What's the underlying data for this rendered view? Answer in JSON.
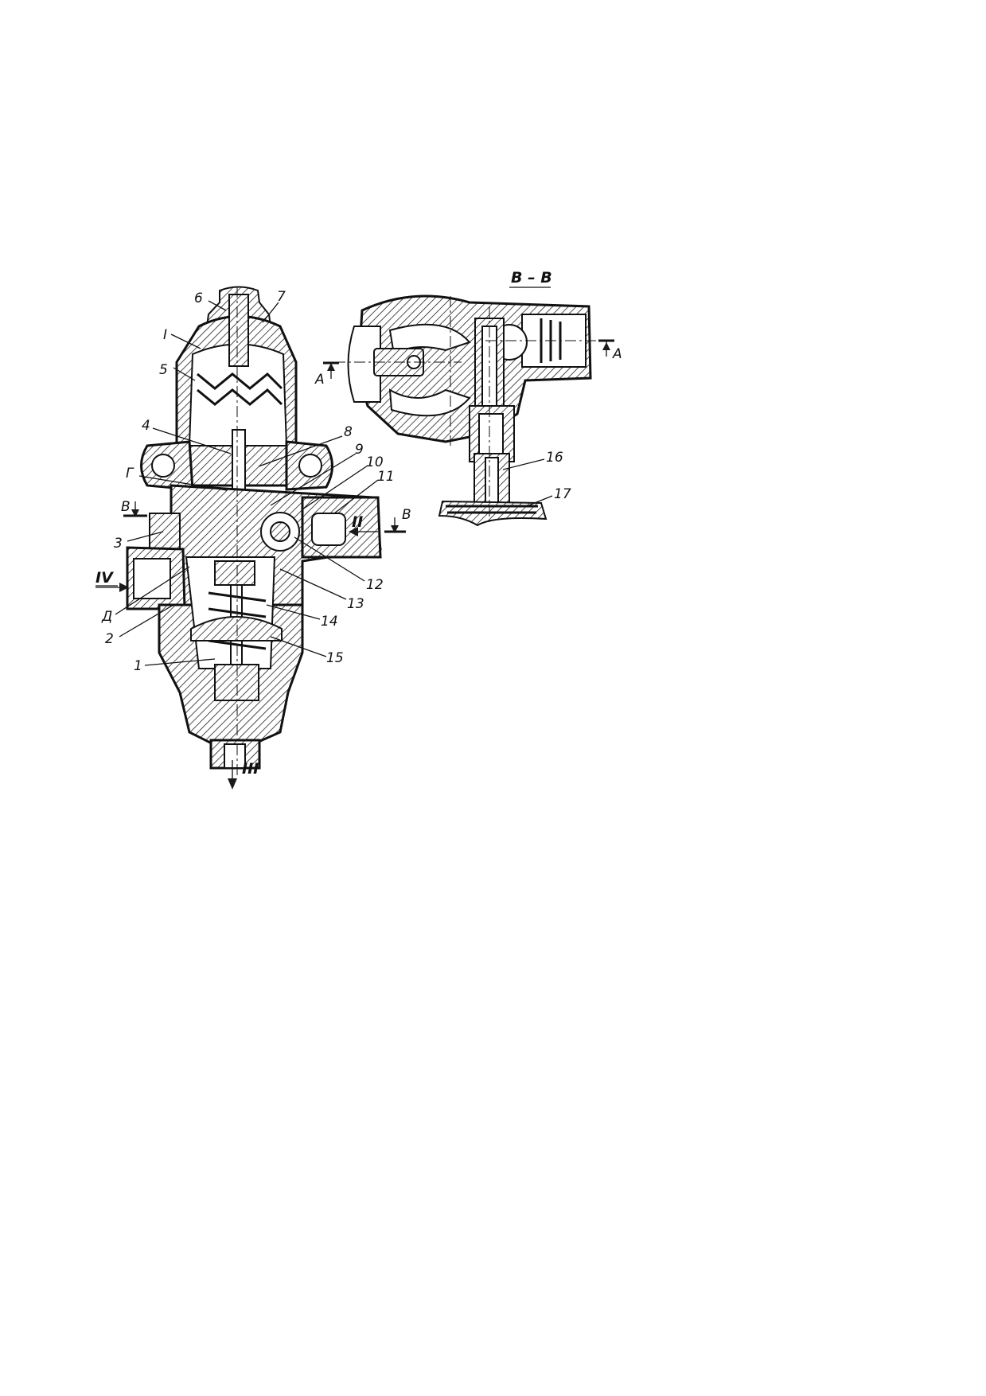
{
  "main_view": {
    "part_labels": [
      "1",
      "2",
      "3",
      "4",
      "5",
      "6",
      "7",
      "8",
      "9",
      "10",
      "11",
      "12",
      "13",
      "14",
      "15"
    ],
    "cavity_I": "I",
    "cavity_G": "Г",
    "cavity_D": "Д",
    "port_II": "II",
    "port_III": "III",
    "port_IV": "IV",
    "section_mark_left": "В",
    "section_mark_right": "В"
  },
  "section_view": {
    "title": "В – В",
    "mark_a_left": "А",
    "mark_a_right": "А",
    "part_labels": [
      "16",
      "17"
    ]
  }
}
